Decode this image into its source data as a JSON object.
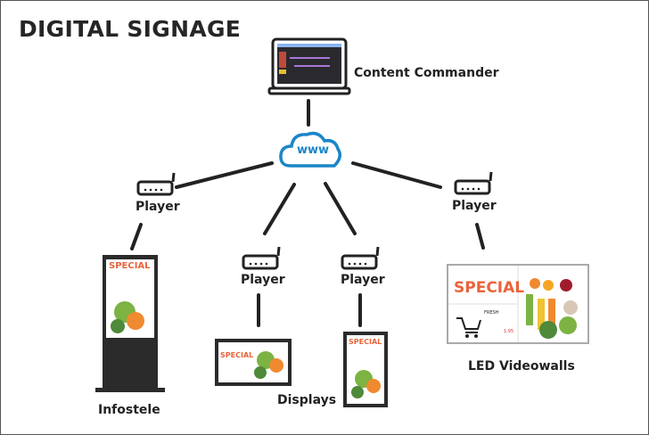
{
  "title": "DIGITAL SIGNAGE",
  "nodes": {
    "commander": "Content Commander",
    "cloud": "www",
    "player_label": "Player",
    "infostele": "Infostele",
    "displays": "Displays",
    "videowalls": "LED Videowalls"
  },
  "screen_content": {
    "headline": "SPECIAL",
    "product": "FRESH",
    "price": "1.95"
  },
  "colors": {
    "cloud": "#1a86c8",
    "special": "#e8643a",
    "line": "#222222"
  }
}
